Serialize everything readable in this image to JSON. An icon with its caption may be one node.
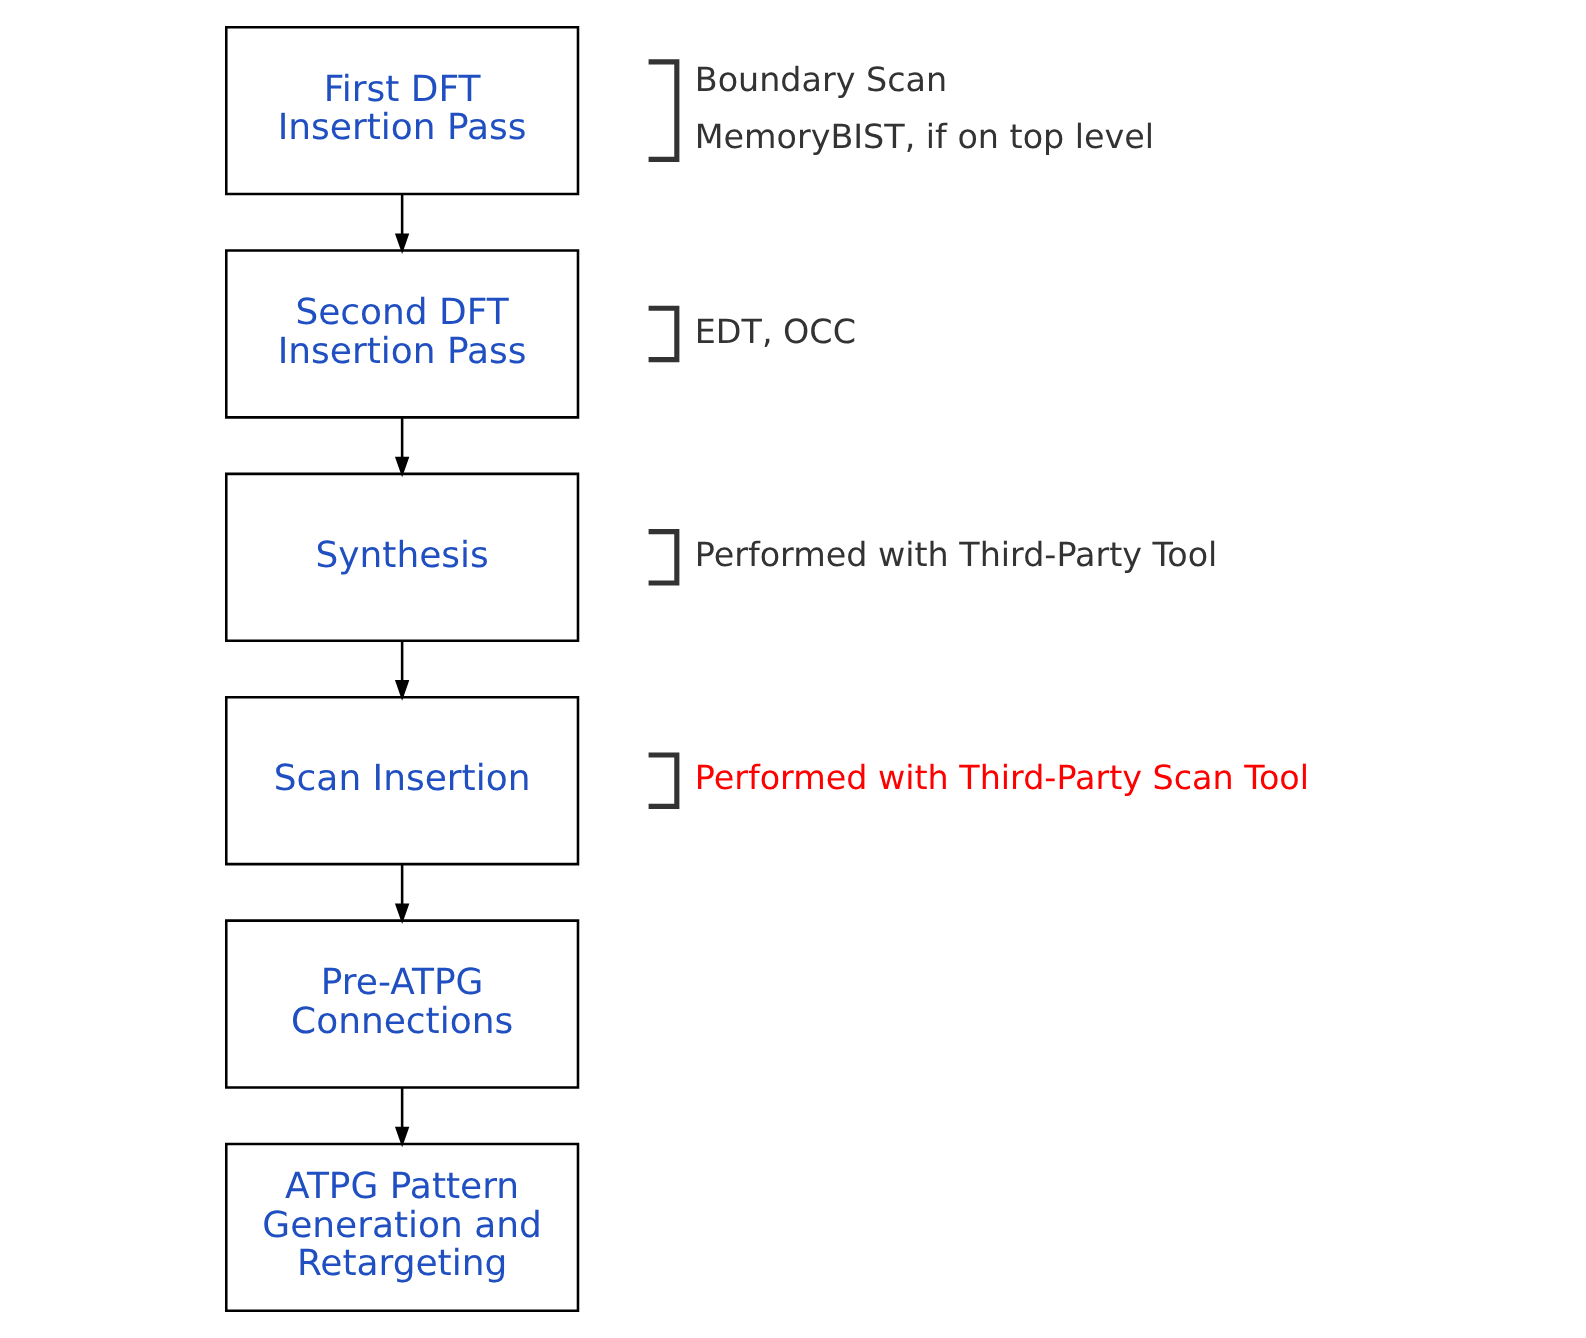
{
  "diagram": {
    "nodes": [
      {
        "text": [
          "First DFT Insertion Pass"
        ],
        "beside": [
          "Boundary Scan",
          "MemoryBIST, if on top level"
        ]
      },
      {
        "text": [
          "Second DFT Insertion Pass"
        ],
        "beside": [
          "EDT, OCC"
        ]
      },
      {
        "text": [
          "Synthesis"
        ],
        "beside": [
          "Performed with Third-Party Tool"
        ]
      },
      {
        "text": [
          "Scan Insertion"
        ],
        "beside": [
          "Performed with Third-Party Scan Tool"
        ]
      },
      {
        "text": [
          "Pre-ATPG Connections"
        ]
      },
      {
        "text": [
          "ATPG Pattern Generation and Retargeting"
        ]
      }
    ],
    "edges": [
      {
        "from": 0,
        "to": 1,
        "arrow": "to"
      },
      {
        "from": 1,
        "to": 2,
        "arrow": "to"
      },
      {
        "from": 2,
        "to": 3,
        "arrow": "to"
      },
      {
        "from": 3,
        "to": 4,
        "arrow": "to"
      },
      {
        "from": 4,
        "to": 5,
        "arrow": "to"
      }
    ]
  }
}
